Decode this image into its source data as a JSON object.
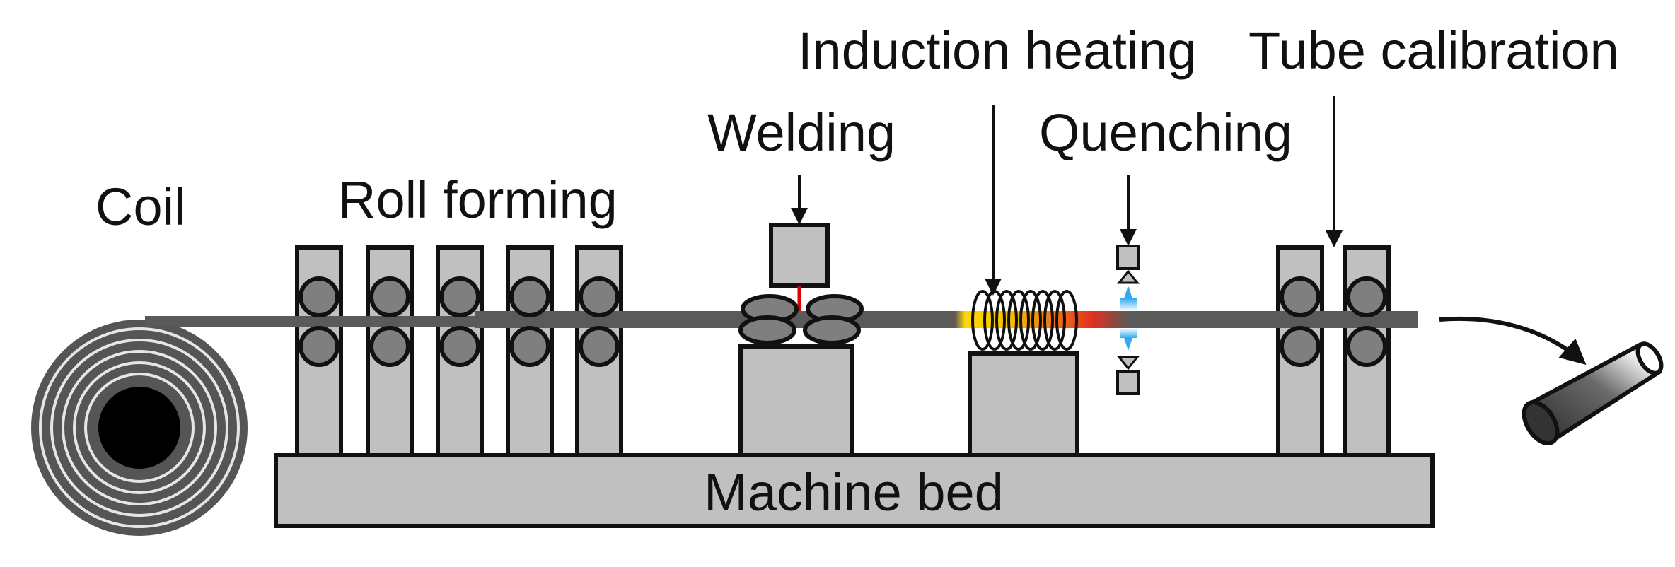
{
  "labels": {
    "coil": "Coil",
    "roll_forming": "Roll forming",
    "welding": "Welding",
    "induction_heating": "Induction heating",
    "quenching": "Quenching",
    "tube_calibration": "Tube calibration",
    "machine_bed": "Machine bed"
  },
  "colors": {
    "component_fill": "#c0c0c0",
    "outline": "#111111",
    "roller_fill": "#7f7f7f",
    "strip": "#5a5a5a",
    "weld_line": "#e00000",
    "heat_hot": "#e03020",
    "heat_warm": "#ffd800",
    "quench_spray": "#30aaf0"
  }
}
